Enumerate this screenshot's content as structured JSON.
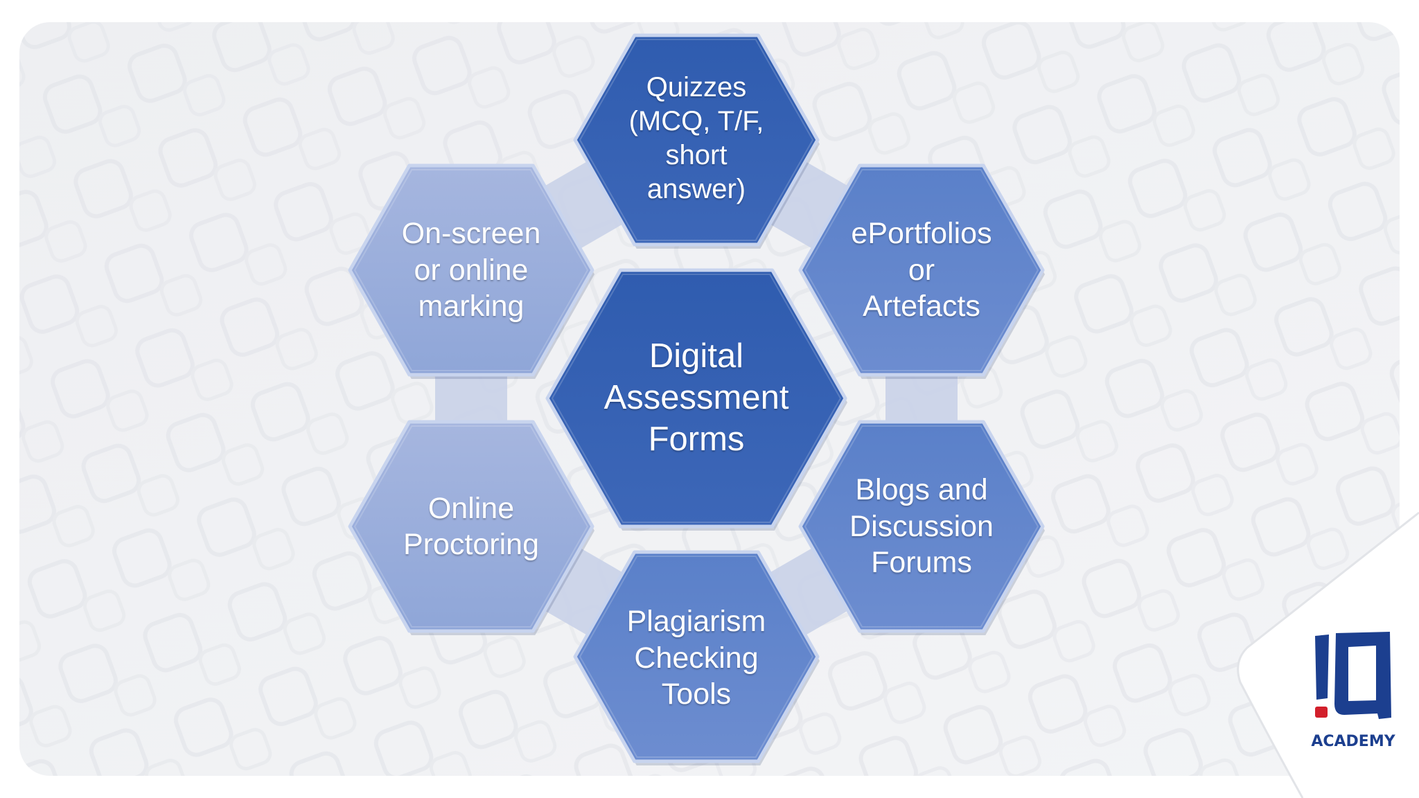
{
  "diagram": {
    "center": {
      "label": "Digital\nAssessment\nForms"
    },
    "nodes": [
      {
        "id": "quizzes",
        "label": "Quizzes\n(MCQ, T/F,\nshort\nanswer)"
      },
      {
        "id": "eportfolios",
        "label": "ePortfolios\nor\nArtefacts"
      },
      {
        "id": "blogs",
        "label": "Blogs and\nDiscussion\nForums"
      },
      {
        "id": "plagiarism",
        "label": "Plagiarism\nChecking\nTools"
      },
      {
        "id": "proctoring",
        "label": "Online\nProctoring"
      },
      {
        "id": "marking",
        "label": "On-screen\nor online\nmarking"
      }
    ]
  },
  "logo": {
    "mark": "IQ",
    "wordmark": "ACADEMY"
  },
  "colors": {
    "hex_dark": "#2f5caf",
    "hex_mid": "#5b80c8",
    "hex_light": "#92a8d8",
    "connector": "#c9d2e8",
    "slide_bg": "#f1f2f5",
    "logo_blue": "#1c3f8f",
    "logo_red": "#d21f2b"
  }
}
